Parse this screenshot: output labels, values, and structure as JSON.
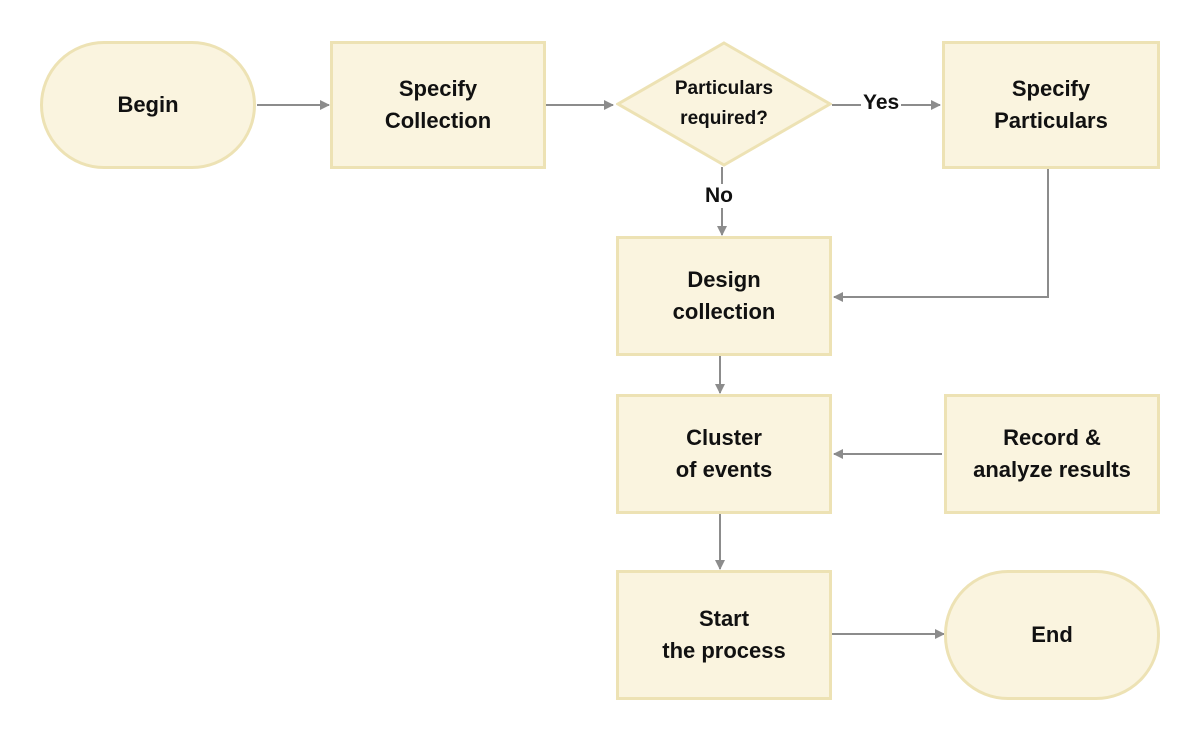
{
  "nodes": {
    "begin": "Begin",
    "specify_collection": "Specify\nCollection",
    "decision": "Particulars\nrequired?",
    "specify_particulars": "Specify\nParticulars",
    "design_collection": "Design\ncollection",
    "cluster_events": "Cluster\nof events",
    "record_analyze": "Record &\nanalyze results",
    "start_process": "Start\nthe process",
    "end": "End"
  },
  "edge_labels": {
    "yes": "Yes",
    "no": "No"
  },
  "colors": {
    "node_fill": "#faf4df",
    "node_border": "#ede2b4",
    "connector": "#8c8c8c"
  }
}
